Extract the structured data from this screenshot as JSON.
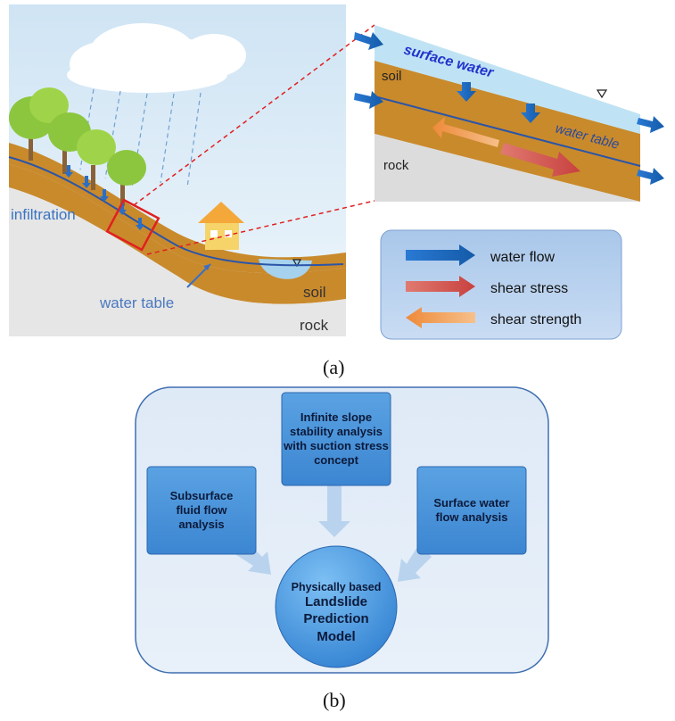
{
  "panel_a": {
    "labels": {
      "infiltration": "infiltration",
      "water_table": "water table",
      "soil": "soil",
      "rock": "rock"
    },
    "inset": {
      "surface_water": "surface water",
      "soil": "soil",
      "water_table": "water table",
      "rock": "rock"
    },
    "legend": {
      "items": [
        {
          "label": "water flow",
          "color": "#1f6fc4"
        },
        {
          "label": "shear stress",
          "color": "#d7504e"
        },
        {
          "label": "shear strength",
          "color": "#f0a050"
        }
      ]
    },
    "caption": "(a)"
  },
  "panel_b": {
    "top_box": "Infinite slope stability analysis with suction stress concept",
    "left_box": "Subsurface fluid flow analysis",
    "right_box": "Surface water flow analysis",
    "center_line1": "Physically based",
    "center_line2": "Landslide Prediction Model",
    "caption": "(b)"
  },
  "colors": {
    "sky": "#dcebf6",
    "soil": "#c98a2c",
    "rock": "#e6e6e6",
    "water_flow": "#1f6fc4",
    "shear_stress": "#d7504e",
    "shear_strength": "#f0a050",
    "box_fill": "#3d8bd6",
    "panel_b_bg": "#e3eef9"
  }
}
